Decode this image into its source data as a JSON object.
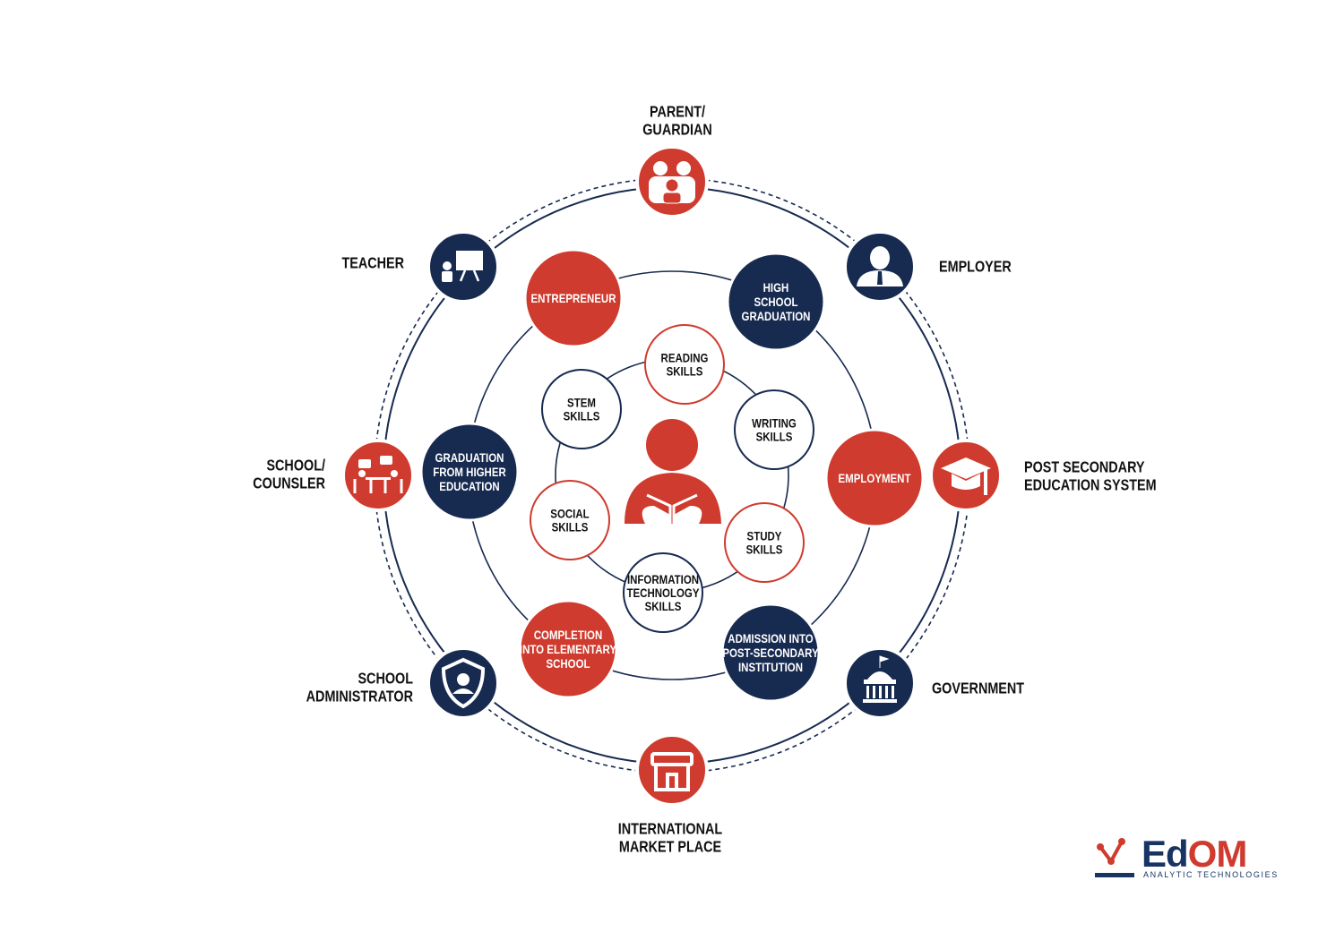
{
  "colors": {
    "red": "#cf3b2e",
    "navy": "#172a50"
  },
  "center": {
    "icon": "student-reading-icon"
  },
  "outer": [
    {
      "id": "parent-guardian",
      "label": [
        "PARENT/",
        "GUARDIAN"
      ],
      "color": "red",
      "icon": "family-icon"
    },
    {
      "id": "employer",
      "label": [
        "EMPLOYER"
      ],
      "color": "navy",
      "icon": "businessman-icon"
    },
    {
      "id": "post-secondary",
      "label": [
        "POST SECONDARY",
        "EDUCATION SYSTEM"
      ],
      "color": "red",
      "icon": "graduation-cap-icon"
    },
    {
      "id": "government",
      "label": [
        "GOVERNMENT"
      ],
      "color": "navy",
      "icon": "capitol-building-icon"
    },
    {
      "id": "international-market",
      "label": [
        "INTERNATIONAL",
        "MARKET PLACE"
      ],
      "color": "red",
      "icon": "storefront-icon"
    },
    {
      "id": "school-administrator",
      "label": [
        "SCHOOL",
        "ADMINISTRATOR"
      ],
      "color": "navy",
      "icon": "shield-person-icon"
    },
    {
      "id": "school-counsler",
      "label": [
        "SCHOOL/",
        "COUNSLER"
      ],
      "color": "red",
      "icon": "meeting-icon"
    },
    {
      "id": "teacher",
      "label": [
        "TEACHER"
      ],
      "color": "navy",
      "icon": "presentation-board-icon"
    }
  ],
  "middle": [
    {
      "id": "entrepreneur",
      "label": [
        "ENTREPRENEUR"
      ],
      "color": "red"
    },
    {
      "id": "high-school-graduation",
      "label": [
        "HIGH",
        "SCHOOL",
        "GRADUATION"
      ],
      "color": "navy"
    },
    {
      "id": "employment",
      "label": [
        "EMPLOYMENT"
      ],
      "color": "red"
    },
    {
      "id": "admission-post-secondary",
      "label": [
        "ADMISSION INTO",
        "POST-SECONDARY",
        "INSTITUTION"
      ],
      "color": "navy"
    },
    {
      "id": "completion-elementary",
      "label": [
        "COMPLETION",
        "INTO ELEMENTARY",
        "SCHOOL"
      ],
      "color": "red"
    },
    {
      "id": "graduation-higher-education",
      "label": [
        "GRADUATION",
        "FROM HIGHER",
        "EDUCATION"
      ],
      "color": "navy"
    }
  ],
  "inner": [
    {
      "id": "reading-skills",
      "label": [
        "READING",
        "SKILLS"
      ],
      "color": "red"
    },
    {
      "id": "writing-skills",
      "label": [
        "WRITING",
        "SKILLS"
      ],
      "color": "navy"
    },
    {
      "id": "study-skills",
      "label": [
        "STUDY",
        "SKILLS"
      ],
      "color": "red"
    },
    {
      "id": "information-technology-skills",
      "label": [
        "INFORMATION",
        "TECHNOLOGY",
        "SKILLS"
      ],
      "color": "navy"
    },
    {
      "id": "social-skills",
      "label": [
        "SOCIAL",
        "SKILLS"
      ],
      "color": "red"
    },
    {
      "id": "stem-skills",
      "label": [
        "STEM",
        "SKILLS"
      ],
      "color": "navy"
    }
  ],
  "logo": {
    "word_a": "Ed",
    "word_b": "OM",
    "tagline": "ANALYTIC TECHNOLOGIES"
  }
}
